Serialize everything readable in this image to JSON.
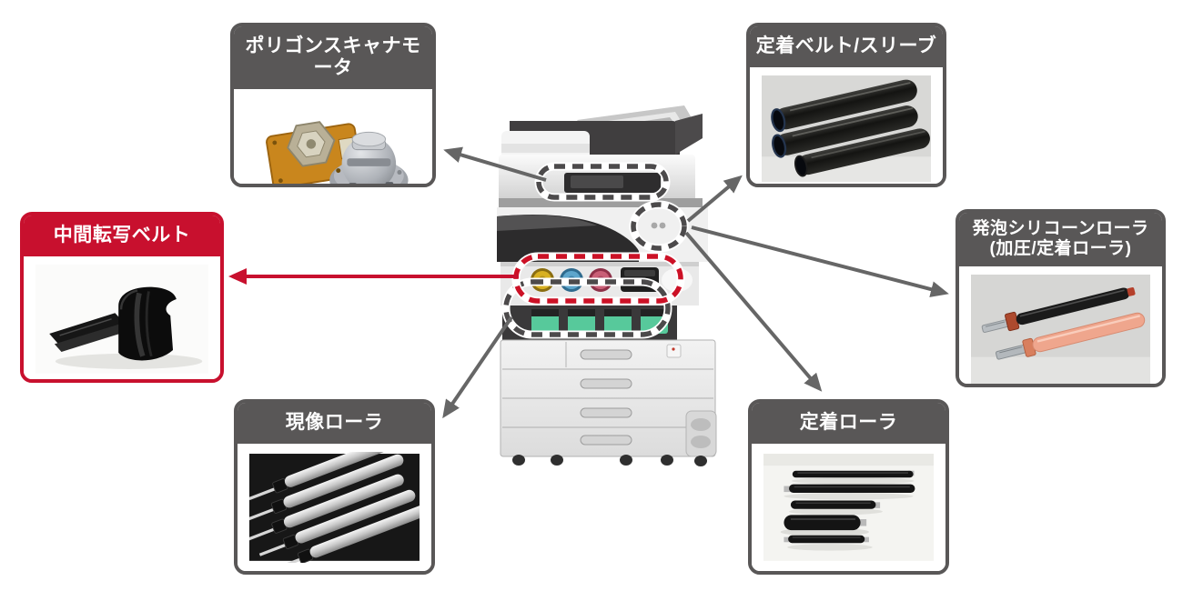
{
  "colors": {
    "box_gray": "#595757",
    "box_red": "#c8102e",
    "arrow_gray": "#666666",
    "arrow_red": "#c8102e",
    "dash_gray": "#4c4a4b",
    "dash_red": "#cc1126"
  },
  "boxes": [
    {
      "id": "polygon-scanner-motor",
      "label": "ポリゴンスキャナモータ",
      "style": "gray"
    },
    {
      "id": "fixing-belt-sleeve",
      "label": "定着ベルト/スリーブ",
      "style": "gray"
    },
    {
      "id": "intermediate-transfer-belt",
      "label": "中間転写ベルト",
      "style": "red"
    },
    {
      "id": "foam-silicone-roller",
      "label": "発泡シリコーンローラ",
      "label2": "(加圧/定着ローラ)",
      "style": "gray"
    },
    {
      "id": "developing-roller",
      "label": "現像ローラ",
      "style": "gray"
    },
    {
      "id": "fixing-roller",
      "label": "定着ローラ",
      "style": "gray"
    }
  ]
}
